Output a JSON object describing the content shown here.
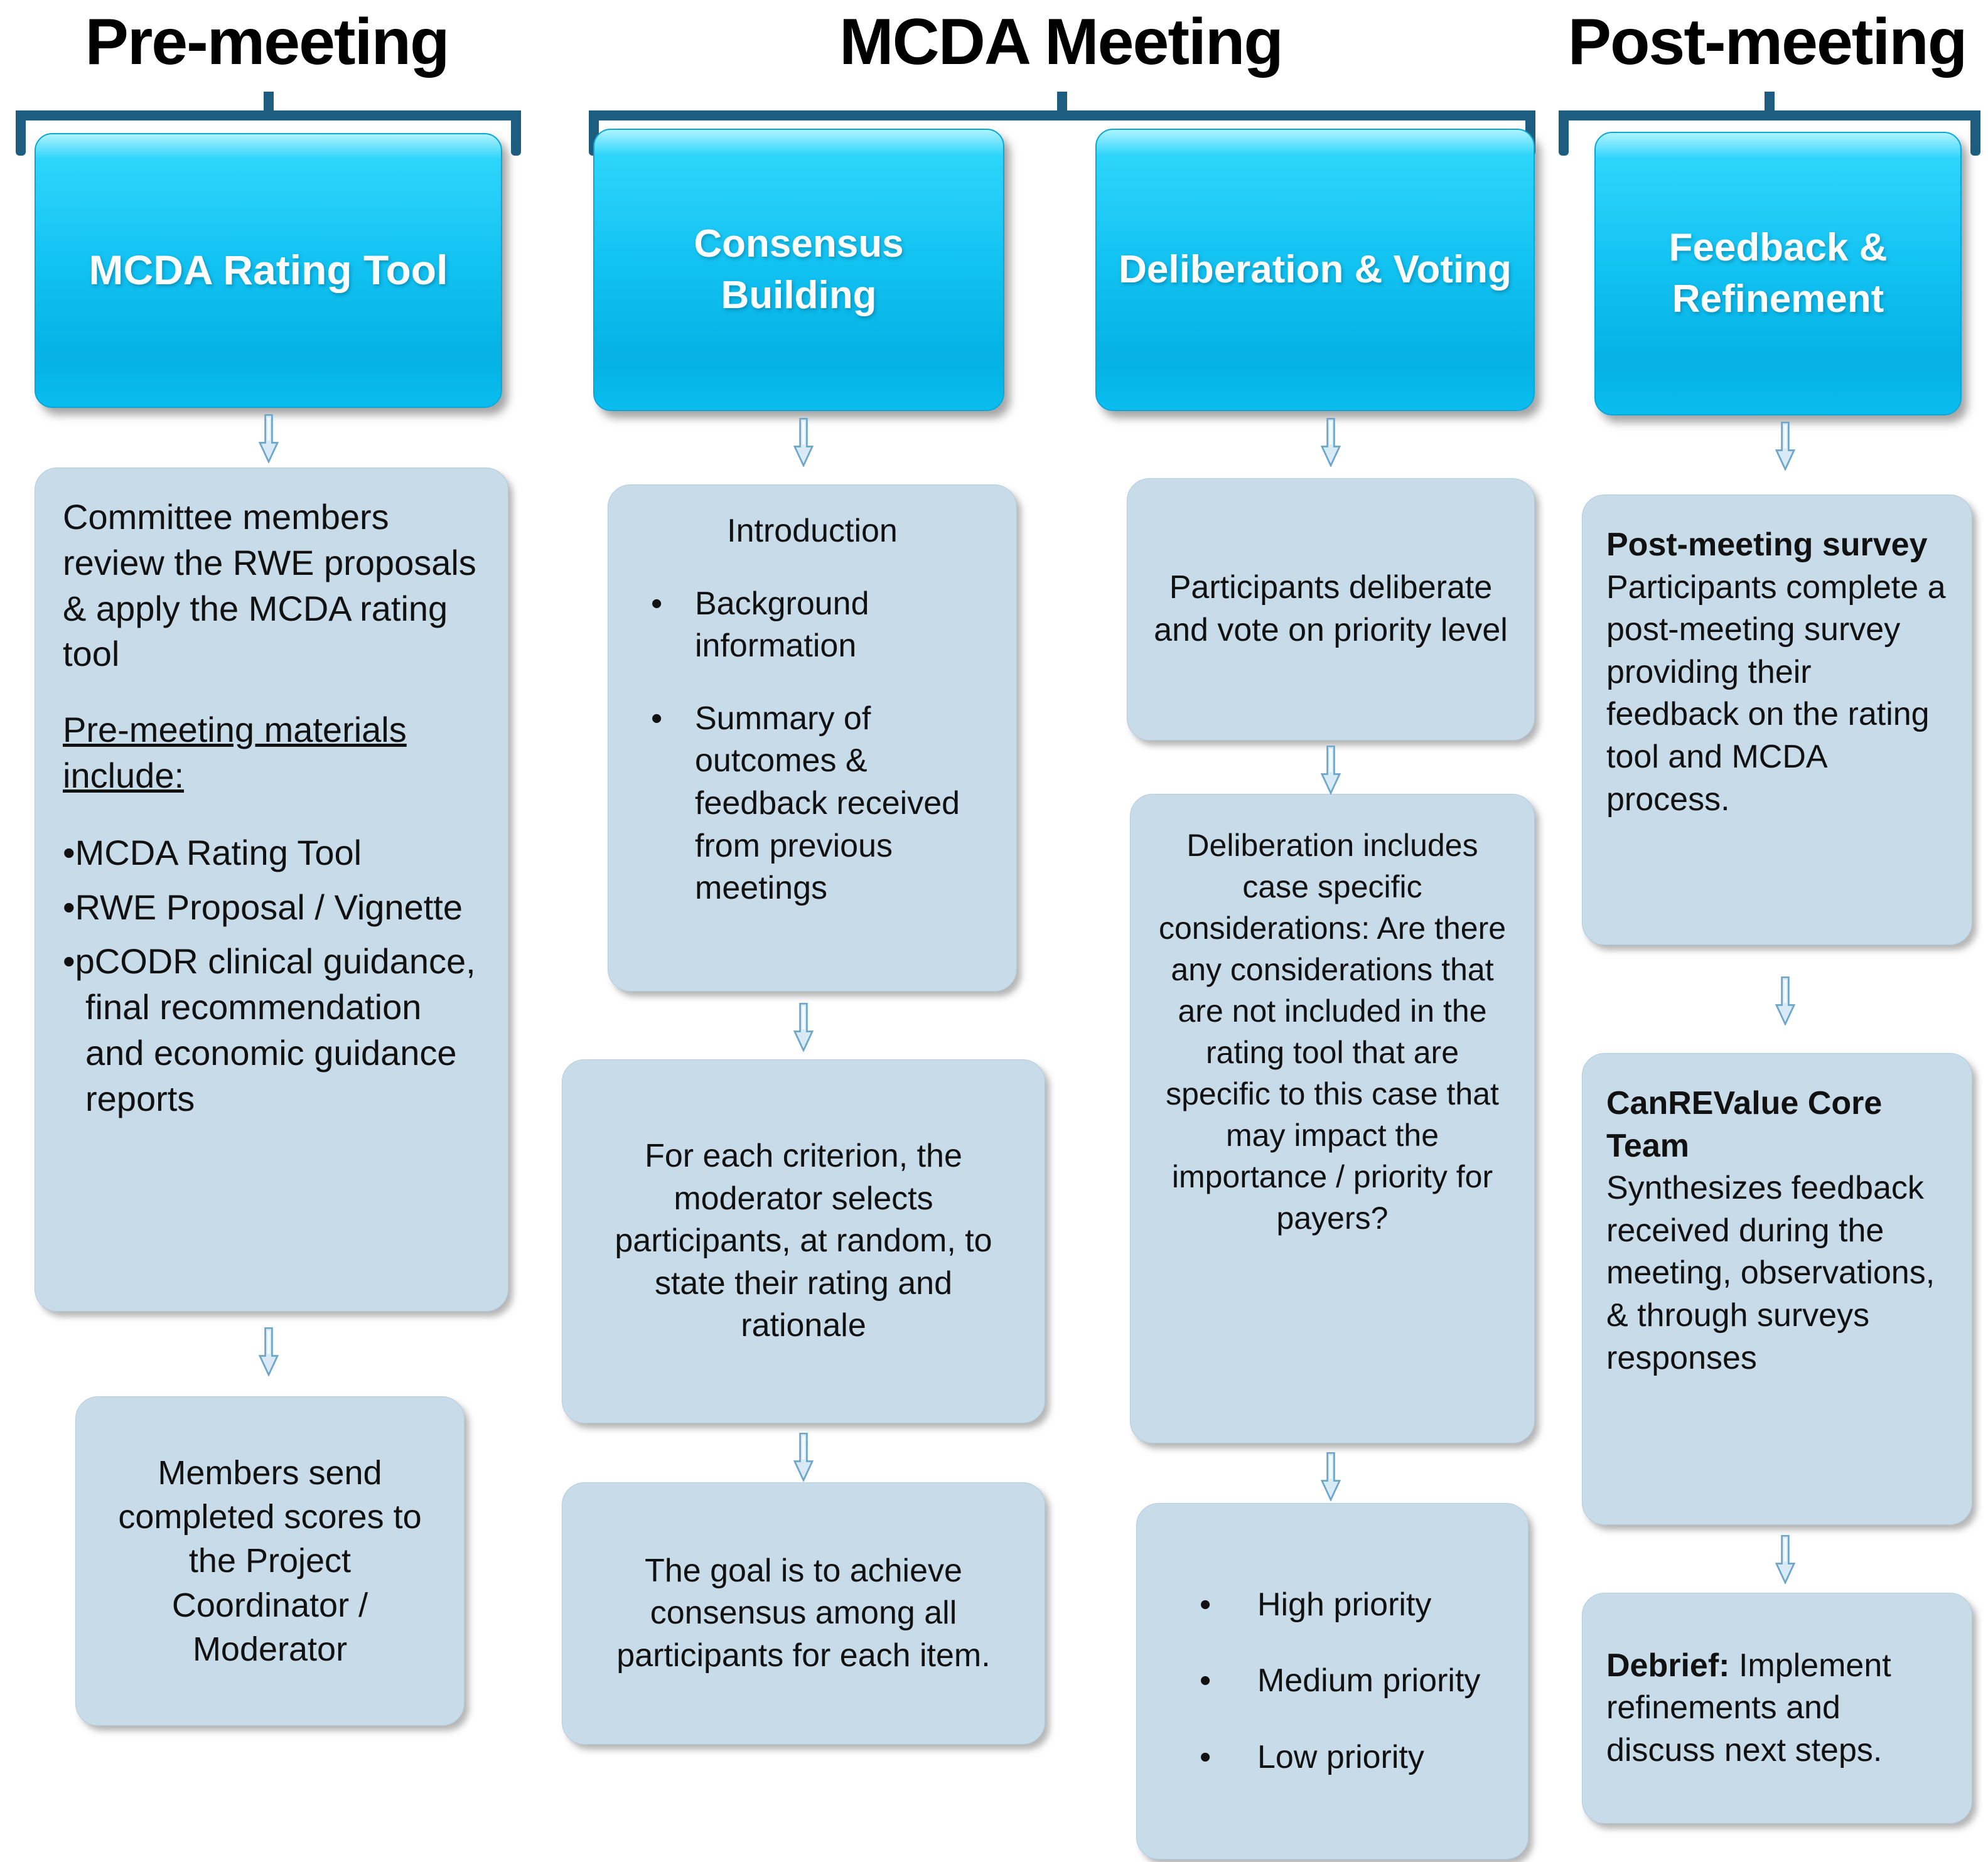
{
  "colors": {
    "title_text": "#000000",
    "bracket": "#1d5e80",
    "stage_box_top": "#aef3ff",
    "stage_box_main": "#12c2f2",
    "stage_box_bottom": "#05b1e5",
    "stage_text": "#ffffff",
    "body_box_fill": "#c8dbe9",
    "body_text": "#111111",
    "arrow_fill": "#d8eaf6",
    "arrow_stroke": "#6ea6c9"
  },
  "phases": [
    {
      "title": "Pre-meeting"
    },
    {
      "title": "MCDA Meeting"
    },
    {
      "title": "Post-meeting"
    }
  ],
  "columns": [
    {
      "stage_label": "MCDA Rating Tool",
      "box1": {
        "p1": "Committee members review the RWE proposals & apply the MCDA rating tool",
        "p2_underlined": "Pre-meeting materials include:",
        "bullets": [
          "MCDA Rating Tool",
          "RWE Proposal / Vignette",
          "pCODR clinical guidance, final recommendation and economic guidance reports"
        ]
      },
      "box2": {
        "text": "Members send completed scores to the Project Coordinator / Moderator"
      }
    },
    {
      "stage_label": "Consensus Building",
      "box1": {
        "heading": "Introduction",
        "bullets": [
          "Background information",
          "Summary of outcomes & feedback received from previous meetings"
        ]
      },
      "box2": {
        "text": "For each criterion, the moderator selects participants, at random, to state their rating and rationale"
      },
      "box3": {
        "text": "The goal is to achieve consensus among all participants for each item."
      }
    },
    {
      "stage_label": "Deliberation & Voting",
      "box1": {
        "text": "Participants deliberate and vote on priority level"
      },
      "box2": {
        "text": "Deliberation includes case specific considerations: Are there any considerations that are not included in the rating tool that are specific to this case that may impact the importance / priority for payers?"
      },
      "box3": {
        "bullets": [
          "High priority",
          "Medium priority",
          "Low priority"
        ]
      }
    },
    {
      "stage_label": "Feedback & Refinement",
      "box1": {
        "lead": "Post-meeting survey",
        "text": "Participants complete a post-meeting survey providing their feedback on the rating tool and MCDA process."
      },
      "box2": {
        "lead": "CanREValue Core Team",
        "text": "Synthesizes feedback received during the meeting, observations, & through surveys responses"
      },
      "box3": {
        "lead": "Debrief:",
        "text": "Implement refinements and discuss next steps."
      }
    }
  ]
}
